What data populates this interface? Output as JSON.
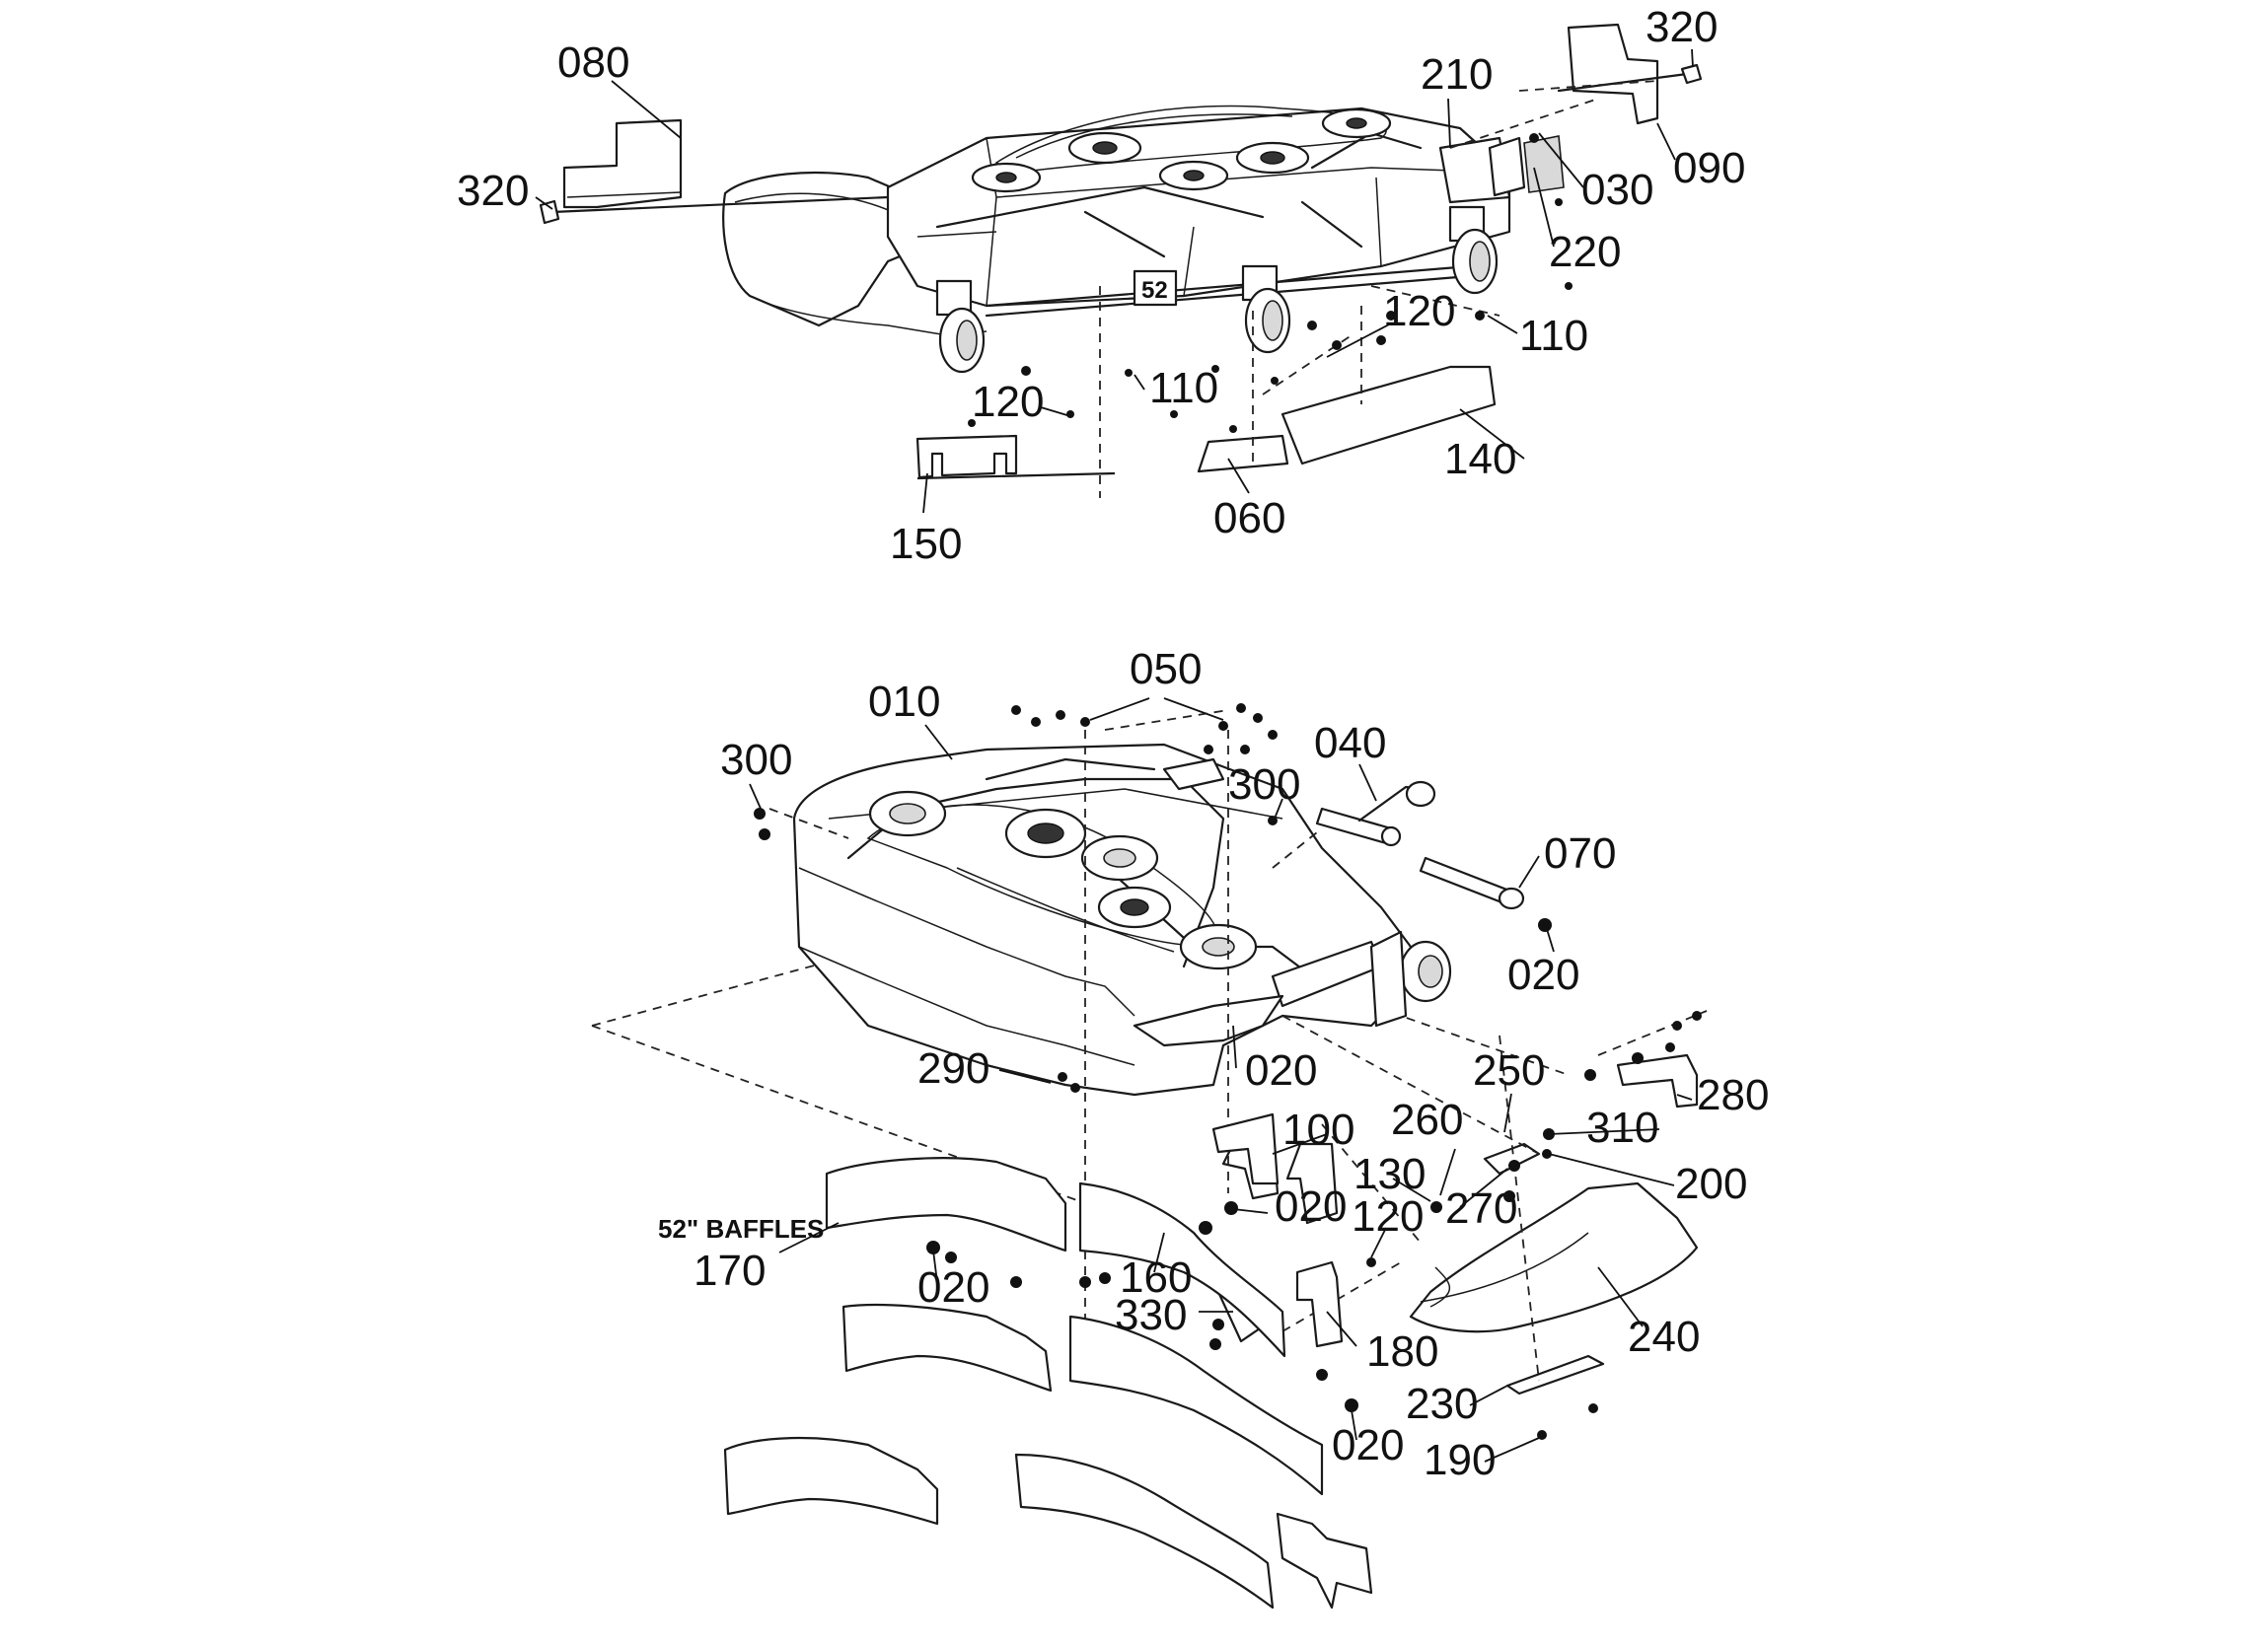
{
  "figure": {
    "group_label": "52\" BAFFLES",
    "top_view_callouts": [
      {
        "id": "t080",
        "label": "080"
      },
      {
        "id": "t320a",
        "label": "320"
      },
      {
        "id": "t320b",
        "label": "320"
      },
      {
        "id": "t210",
        "label": "210"
      },
      {
        "id": "t030",
        "label": "030"
      },
      {
        "id": "t090",
        "label": "090"
      },
      {
        "id": "t220",
        "label": "220"
      },
      {
        "id": "t120a",
        "label": "120"
      },
      {
        "id": "t110a",
        "label": "110"
      },
      {
        "id": "t120b",
        "label": "120"
      },
      {
        "id": "t110b",
        "label": "110"
      },
      {
        "id": "t140",
        "label": "140"
      },
      {
        "id": "t150",
        "label": "150"
      },
      {
        "id": "t060",
        "label": "060"
      }
    ],
    "bottom_view_callouts": [
      {
        "id": "b050",
        "label": "050"
      },
      {
        "id": "b010",
        "label": "010"
      },
      {
        "id": "b300a",
        "label": "300"
      },
      {
        "id": "b040",
        "label": "040"
      },
      {
        "id": "b300b",
        "label": "300"
      },
      {
        "id": "b070",
        "label": "070"
      },
      {
        "id": "b020a",
        "label": "020"
      },
      {
        "id": "b290",
        "label": "290"
      },
      {
        "id": "b020b",
        "label": "020"
      },
      {
        "id": "b250",
        "label": "250"
      },
      {
        "id": "b280",
        "label": "280"
      },
      {
        "id": "b260",
        "label": "260"
      },
      {
        "id": "b310",
        "label": "310"
      },
      {
        "id": "b100",
        "label": "100"
      },
      {
        "id": "b130",
        "label": "130"
      },
      {
        "id": "b200",
        "label": "200"
      },
      {
        "id": "b270",
        "label": "270"
      },
      {
        "id": "b020c",
        "label": "020"
      },
      {
        "id": "b120",
        "label": "120"
      },
      {
        "id": "b170",
        "label": "170"
      },
      {
        "id": "b160",
        "label": "160"
      },
      {
        "id": "b020d",
        "label": "020"
      },
      {
        "id": "b330",
        "label": "330"
      },
      {
        "id": "b240",
        "label": "240"
      },
      {
        "id": "b180",
        "label": "180"
      },
      {
        "id": "b230",
        "label": "230"
      },
      {
        "id": "b020e",
        "label": "020"
      },
      {
        "id": "b190",
        "label": "190"
      }
    ]
  }
}
